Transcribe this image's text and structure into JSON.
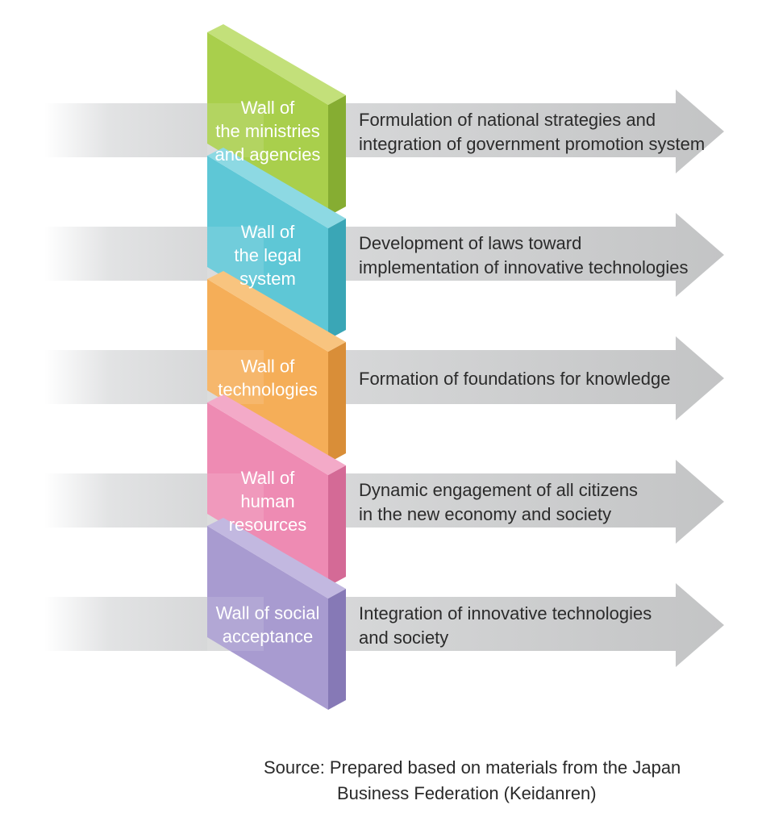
{
  "walls": [
    {
      "name": "ministries",
      "label_lines": [
        "Wall of",
        "the ministries",
        "and agencies"
      ],
      "color": "#a9cf4c",
      "dark": "#86ad32",
      "light": "#c3e07a",
      "arrow_lines": [
        "Formulation of national strategies and",
        "integration of government promotion system"
      ]
    },
    {
      "name": "legal",
      "label_lines": [
        "Wall of",
        "the legal",
        "system"
      ],
      "color": "#5ec7d6",
      "dark": "#3aa6b6",
      "light": "#8dd9e3",
      "arrow_lines": [
        "Development of laws toward",
        "implementation of innovative technologies"
      ]
    },
    {
      "name": "technologies",
      "label_lines": [
        "Wall of",
        "technologies"
      ],
      "color": "#f5ae58",
      "dark": "#d98e38",
      "light": "#f8c47f",
      "arrow_lines": [
        "Formation of foundations for knowledge"
      ]
    },
    {
      "name": "human-resources",
      "label_lines": [
        "Wall of",
        "human",
        "resources"
      ],
      "color": "#ee8bb3",
      "dark": "#d46a96",
      "light": "#f3aac8",
      "arrow_lines": [
        "Dynamic engagement of all citizens",
        "in the new economy and society"
      ]
    },
    {
      "name": "social-acceptance",
      "label_lines": [
        "Wall of social",
        "acceptance"
      ],
      "color": "#a89bd0",
      "dark": "#8679b6",
      "light": "#c2b8e0",
      "arrow_lines": [
        "Integration of innovative technologies",
        "and society"
      ]
    }
  ],
  "source": {
    "line1": "Source: Prepared based on materials from the Japan",
    "line2": "Business Federation (Keidanren)"
  },
  "colors": {
    "arrow_gray": "#c8c9ca",
    "arrow_text": "#2b2b2b",
    "wall_text": "#ffffff"
  }
}
